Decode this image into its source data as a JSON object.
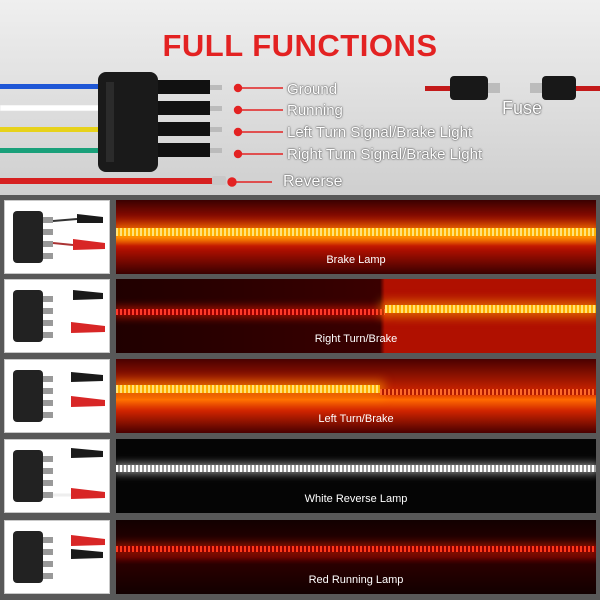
{
  "title": "FULL FUNCTIONS",
  "wires": [
    {
      "label": "Ground",
      "color": "#1f57d6"
    },
    {
      "label": "Running",
      "color": "#ffffff"
    },
    {
      "label": "Left Turn Signal/Brake Light",
      "color": "#e7d21b"
    },
    {
      "label": "Right Turn Signal/Brake Light",
      "color": "#1aa07a"
    }
  ],
  "reverse_label": "Reverse",
  "fuse_label": "Fuse",
  "accent_color": "#e32222",
  "panels": [
    {
      "label": "Brake Lamp",
      "mode": "full-amber"
    },
    {
      "label": "Right Turn/Brake",
      "mode": "split"
    },
    {
      "label": "Left Turn/Brake",
      "mode": "split"
    },
    {
      "label": "White Reverse Lamp",
      "mode": "white"
    },
    {
      "label": "Red Running Lamp",
      "mode": "red"
    }
  ]
}
